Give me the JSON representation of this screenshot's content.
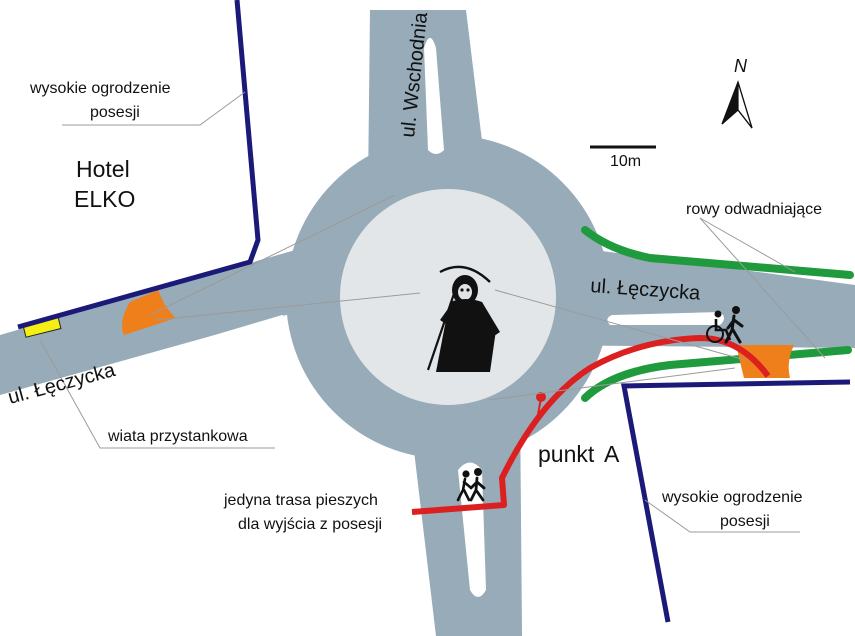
{
  "colors": {
    "road": "#97abb8",
    "island": "#e3e6e8",
    "fence": "#1c1a78",
    "ditch": "#1f9a3c",
    "pedestrian_route": "#dc1f1f",
    "crossing": "#ef7f1a",
    "bus_shelter": "#f5ef14",
    "label_line": "#9b9b9b"
  },
  "labels": {
    "fence_top": [
      "wysokie ogrodzenie",
      "posesji"
    ],
    "hotel": [
      "Hotel",
      "ELKO"
    ],
    "street_north": "ul. Wschodnia",
    "street_east": "ul. Łęczycka",
    "street_west": "ul. Łęczycka",
    "ditches": "rowy odwadniające",
    "bus_shelter": "wiata przystankowa",
    "point_a_word": "punkt",
    "point_a_letter": "A",
    "route": [
      "jedyna trasa pieszych",
      "dla wyjścia z posesji"
    ],
    "fence_bottom": [
      "wysokie ogrodzenie",
      "posesji"
    ]
  },
  "compass": {
    "letter": "N"
  },
  "scale_bar": {
    "label": "10m"
  },
  "icons": [
    "grim-reaper-icon",
    "pedestrians-icon",
    "wheelchair-icon",
    "pedestrian-icon",
    "north-arrow-icon"
  ]
}
